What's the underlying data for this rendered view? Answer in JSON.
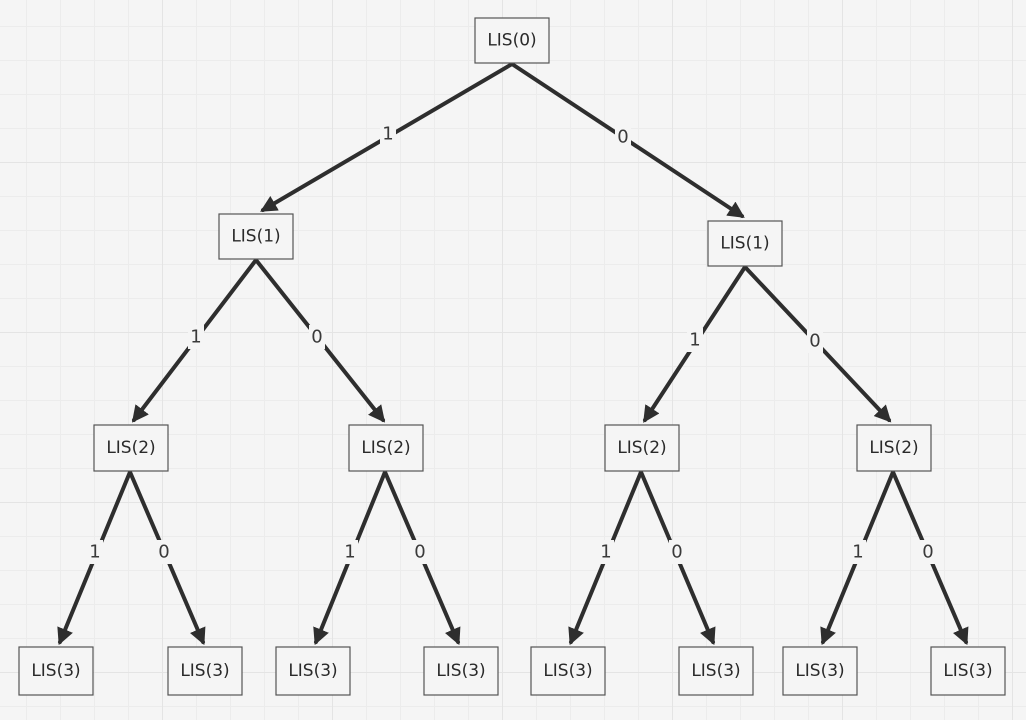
{
  "nodes": [
    {
      "id": "n0",
      "label": "LIS(0)"
    },
    {
      "id": "n1a",
      "label": "LIS(1)"
    },
    {
      "id": "n1b",
      "label": "LIS(1)"
    },
    {
      "id": "n2a",
      "label": "LIS(2)"
    },
    {
      "id": "n2b",
      "label": "LIS(2)"
    },
    {
      "id": "n2c",
      "label": "LIS(2)"
    },
    {
      "id": "n2d",
      "label": "LIS(2)"
    },
    {
      "id": "n3a",
      "label": "LIS(3)"
    },
    {
      "id": "n3b",
      "label": "LIS(3)"
    },
    {
      "id": "n3c",
      "label": "LIS(3)"
    },
    {
      "id": "n3d",
      "label": "LIS(3)"
    },
    {
      "id": "n3e",
      "label": "LIS(3)"
    },
    {
      "id": "n3f",
      "label": "LIS(3)"
    },
    {
      "id": "n3g",
      "label": "LIS(3)"
    },
    {
      "id": "n3h",
      "label": "LIS(3)"
    }
  ],
  "edges": [
    {
      "from": "n0",
      "to": "n1a",
      "label": "1"
    },
    {
      "from": "n0",
      "to": "n1b",
      "label": "0"
    },
    {
      "from": "n1a",
      "to": "n2a",
      "label": "1"
    },
    {
      "from": "n1a",
      "to": "n2b",
      "label": "0"
    },
    {
      "from": "n1b",
      "to": "n2c",
      "label": "1"
    },
    {
      "from": "n1b",
      "to": "n2d",
      "label": "0"
    },
    {
      "from": "n2a",
      "to": "n3a",
      "label": "1"
    },
    {
      "from": "n2a",
      "to": "n3b",
      "label": "0"
    },
    {
      "from": "n2b",
      "to": "n3c",
      "label": "1"
    },
    {
      "from": "n2b",
      "to": "n3d",
      "label": "0"
    },
    {
      "from": "n2c",
      "to": "n3e",
      "label": "1"
    },
    {
      "from": "n2c",
      "to": "n3f",
      "label": "0"
    },
    {
      "from": "n2d",
      "to": "n3g",
      "label": "1"
    },
    {
      "from": "n2d",
      "to": "n3h",
      "label": "0"
    }
  ]
}
